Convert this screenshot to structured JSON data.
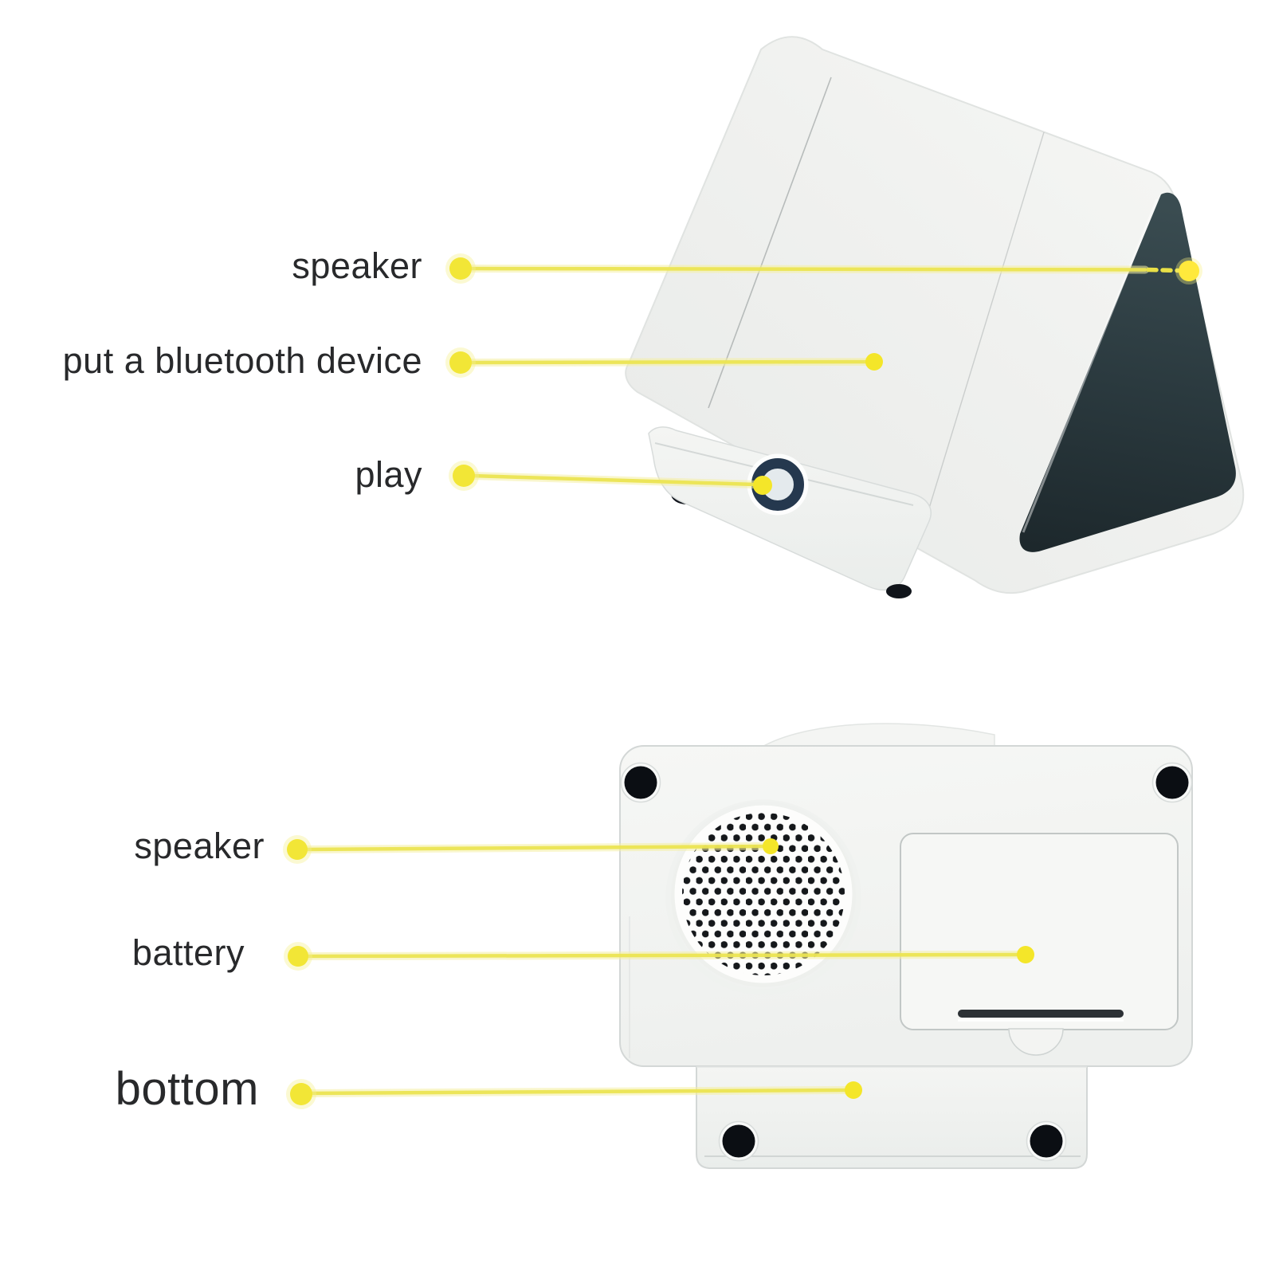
{
  "annotations": {
    "speaker_top": {
      "text": "speaker"
    },
    "bluetooth": {
      "text": "put a bluetooth device"
    },
    "play": {
      "text": "play"
    },
    "speaker_bottom": {
      "text": "speaker"
    },
    "battery": {
      "text": "battery"
    },
    "bottom": {
      "text": "bottom"
    }
  },
  "colors": {
    "background": "#ffffff",
    "label_text": "#28292b",
    "leader_line_yellow": "#ece553",
    "leader_dot_yellow": "#f3e62c",
    "device_body_white": "#f2f3f1",
    "device_edge_gray": "#d3d7d6",
    "side_panel_dark": "#2b3a3f",
    "play_ring_navy": "#25384e",
    "foot_black": "#0b0e13",
    "grille_dot_black": "#15181b",
    "door_slot_dark": "#2c3135"
  },
  "icons": {
    "play_ring": "play-button-ring",
    "speaker_grille": "speaker-grille-dots"
  }
}
